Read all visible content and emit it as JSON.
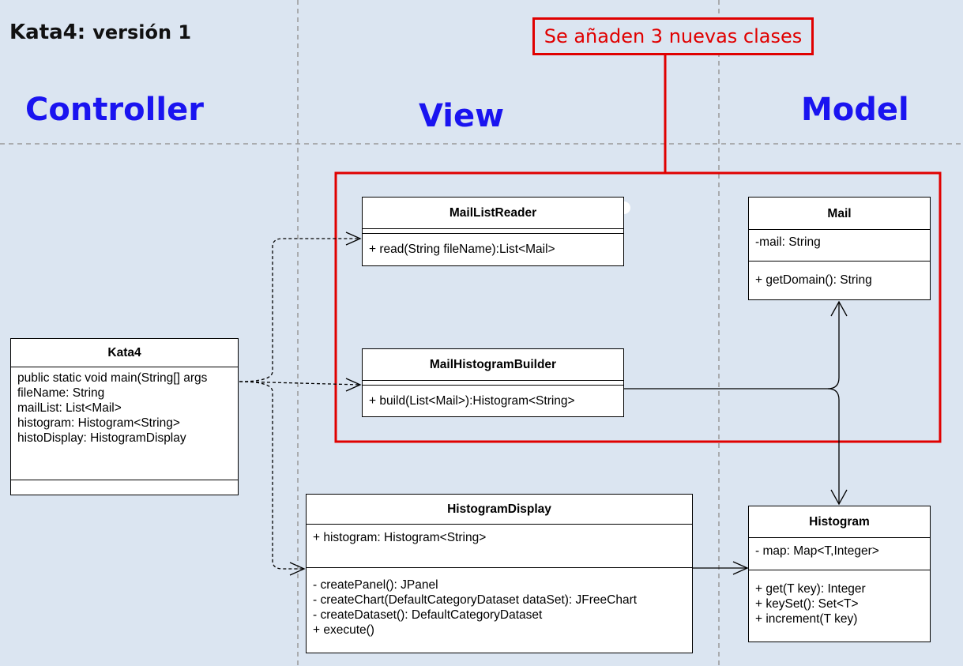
{
  "title": {
    "bold": "Kata4:",
    "rest": "versión 1"
  },
  "sections": {
    "controller": "Controller",
    "view": "View",
    "model": "Model"
  },
  "callout": "Se añaden 3 nuevas clases",
  "colors": {
    "background": "#dbe5f1",
    "section_text": "#1a14f0",
    "highlight": "#e00000"
  },
  "classes": {
    "kata4": {
      "name": "Kata4",
      "attributes": [
        "public static void main(String[] args",
        "fileName: String",
        "mailList: List<Mail>",
        "histogram: Histogram<String>",
        "histoDisplay: HistogramDisplay"
      ],
      "methods": []
    },
    "mail_list_reader": {
      "name": "MailListReader",
      "attributes": [],
      "methods": [
        "+ read(String fileName):List<Mail>"
      ]
    },
    "mail_histogram_builder": {
      "name": "MailHistogramBuilder",
      "attributes": [],
      "methods": [
        "+ build(List<Mail>):Histogram<String>"
      ]
    },
    "mail": {
      "name": "Mail",
      "attributes": [
        "-mail: String"
      ],
      "methods": [
        "+ getDomain(): String"
      ]
    },
    "histogram_display": {
      "name": "HistogramDisplay",
      "attributes": [
        "+ histogram: Histogram<String>"
      ],
      "methods": [
        "- createPanel(): JPanel",
        "- createChart(DefaultCategoryDataset dataSet): JFreeChart",
        "- createDataset(): DefaultCategoryDataset",
        "+ execute()"
      ]
    },
    "histogram": {
      "name": "Histogram",
      "attributes": [
        "- map: Map<T,Integer>"
      ],
      "methods": [
        "+ get(T key): Integer",
        "+ keySet(): Set<T>",
        "+ increment(T key)"
      ]
    }
  }
}
